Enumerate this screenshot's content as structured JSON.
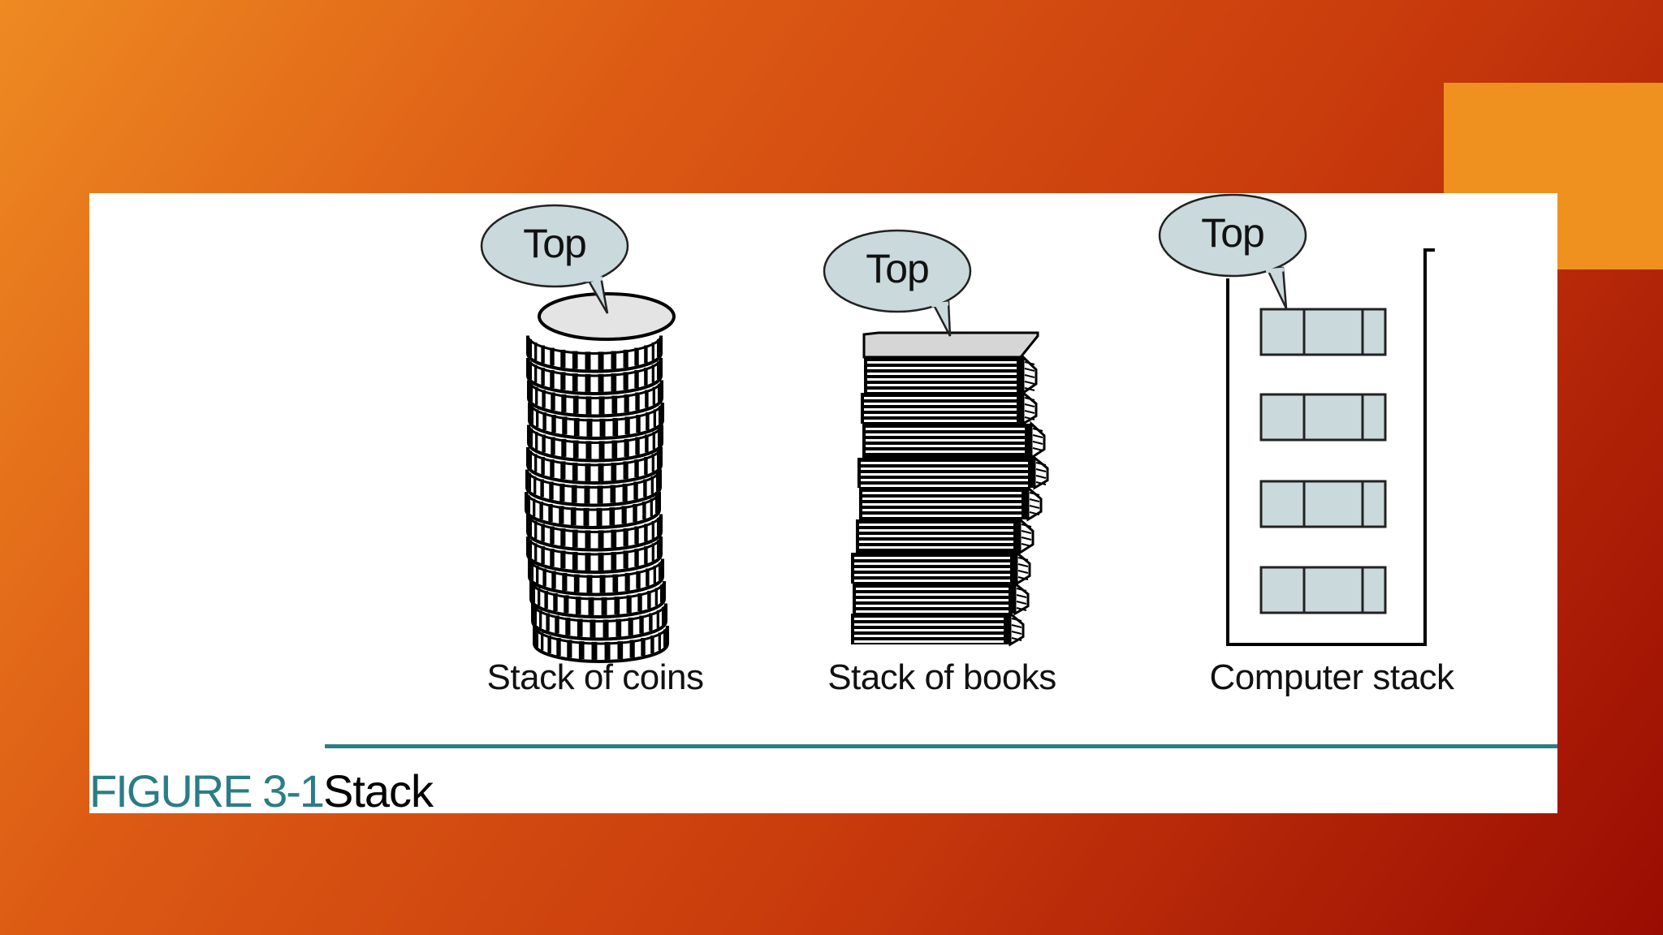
{
  "colors": {
    "background_gradient": [
      "#ee8a22",
      "#dc5a14",
      "#c83a0c",
      "#9a0c02"
    ],
    "accent_square": "#ef911e",
    "speech_bubble": "#c9d9dc",
    "register_box": "#c9d9dc",
    "figure_number": "#2a7d86",
    "rule": "#2e7c84"
  },
  "figure": {
    "number": "FIGURE 3-1",
    "title": "Stack",
    "panels": [
      {
        "bubble_label": "Top",
        "caption": "Stack of coins"
      },
      {
        "bubble_label": "Top",
        "caption": "Stack of books"
      },
      {
        "bubble_label": "Top",
        "caption": "Computer stack"
      }
    ]
  }
}
